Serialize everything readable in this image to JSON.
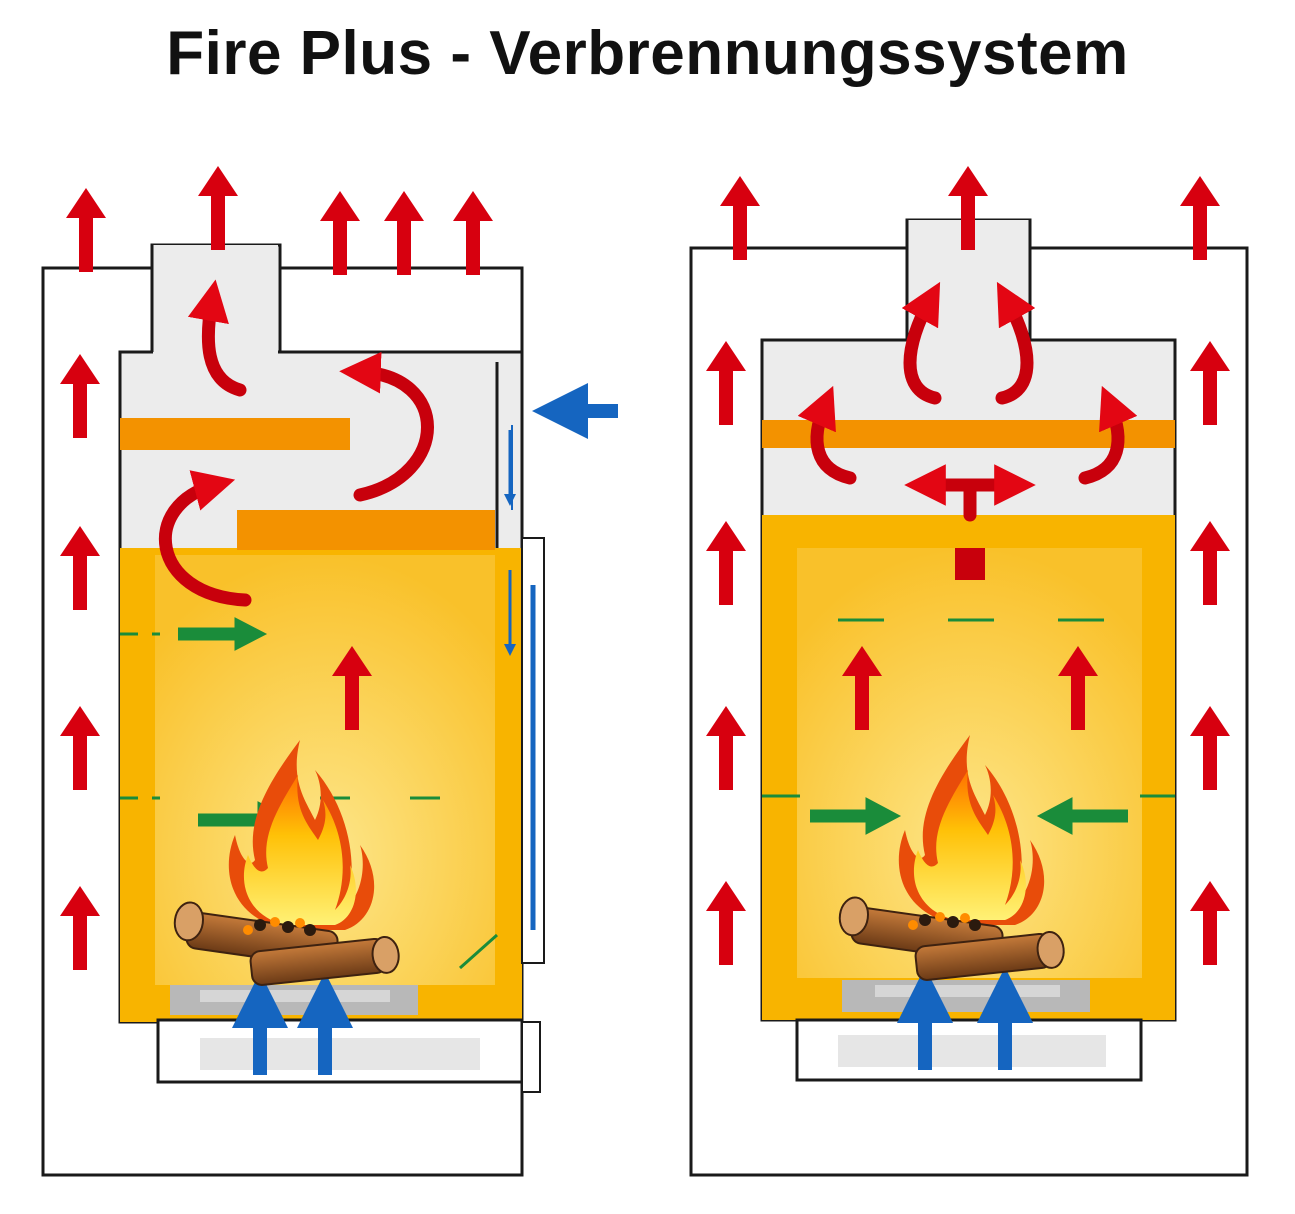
{
  "title": "Fire Plus - Verbrennungssystem",
  "colors": {
    "hot_air": "#e30613",
    "cold_air": "#1565c0",
    "secondary_air": "#1a8c3a",
    "chamber": "#f8b400",
    "chamber_inner": "#fcd34d",
    "baffle": "#f39200",
    "casing_outline": "#1a1a1a",
    "flue_space": "#ececec",
    "grate": "#b8b8b8",
    "flame_outer": "#e84c0a",
    "flame_inner": "#ffe14d"
  },
  "diagrams": [
    {
      "name": "side-section",
      "icons": [
        "hot-air-arrow-icon",
        "cold-air-arrow-icon",
        "secondary-air-arrow-icon",
        "flame-icon",
        "logs-icon",
        "grate-icon"
      ]
    },
    {
      "name": "front-section",
      "icons": [
        "hot-air-arrow-icon",
        "cold-air-arrow-icon",
        "secondary-air-arrow-icon",
        "flame-icon",
        "logs-icon",
        "grate-icon"
      ]
    }
  ]
}
